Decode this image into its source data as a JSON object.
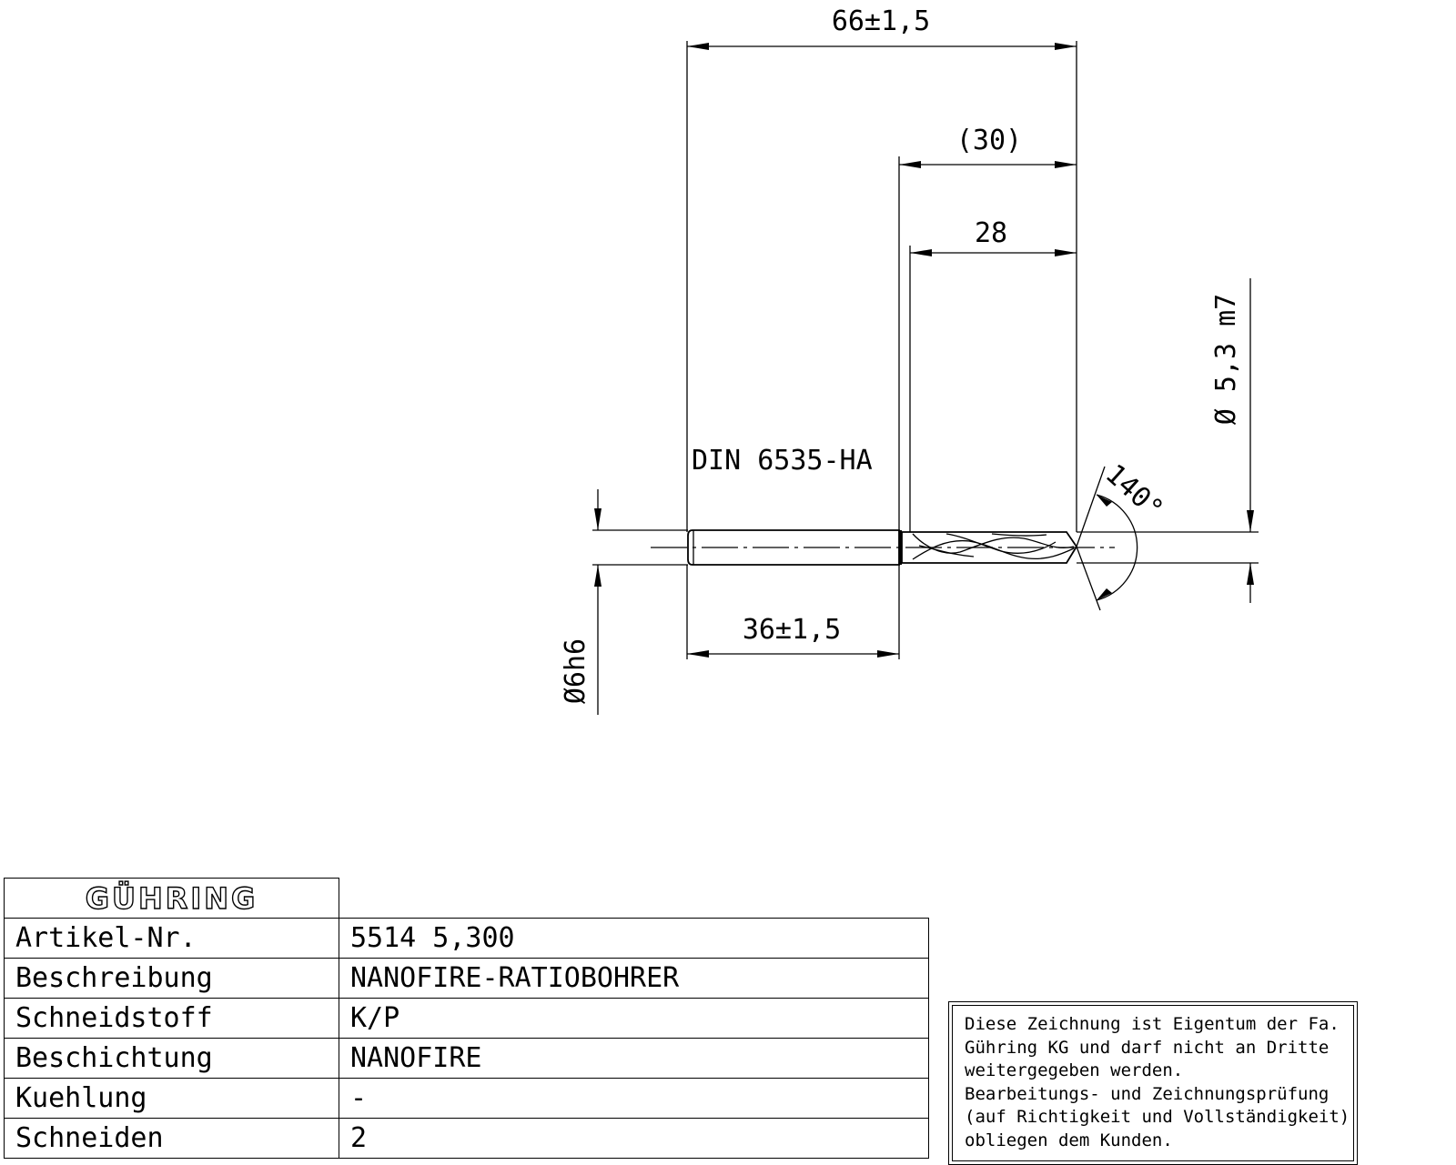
{
  "drawing": {
    "dim_overall_length": "66±1,5",
    "dim_flute_length_ref": "(30)",
    "dim_flute_length": "28",
    "dim_shank_length": "36±1,5",
    "dim_drill_diameter": "Ø 5,3 m7",
    "dim_shank_diameter": "Ø6h6",
    "point_angle": "140°",
    "standard": "DIN 6535-HA"
  },
  "title_block": {
    "logo": "GÜHRING",
    "rows": [
      {
        "label": "Artikel-Nr.",
        "value": "5514 5,300"
      },
      {
        "label": "Beschreibung",
        "value": "NANOFIRE-RATIOBOHRER"
      },
      {
        "label": "Schneidstoff",
        "value": "K/P"
      },
      {
        "label": "Beschichtung",
        "value": "NANOFIRE"
      },
      {
        "label": "Kuehlung",
        "value": "-"
      },
      {
        "label": "Schneiden",
        "value": "2"
      }
    ]
  },
  "notice": {
    "lines": [
      "Diese Zeichnung ist Eigentum der Fa.",
      "Gühring KG und darf nicht an Dritte",
      "weitergegeben werden.",
      "Bearbeitungs- und Zeichnungsprüfung",
      "(auf Richtigkeit und Vollständigkeit)",
      "obliegen dem Kunden."
    ]
  }
}
